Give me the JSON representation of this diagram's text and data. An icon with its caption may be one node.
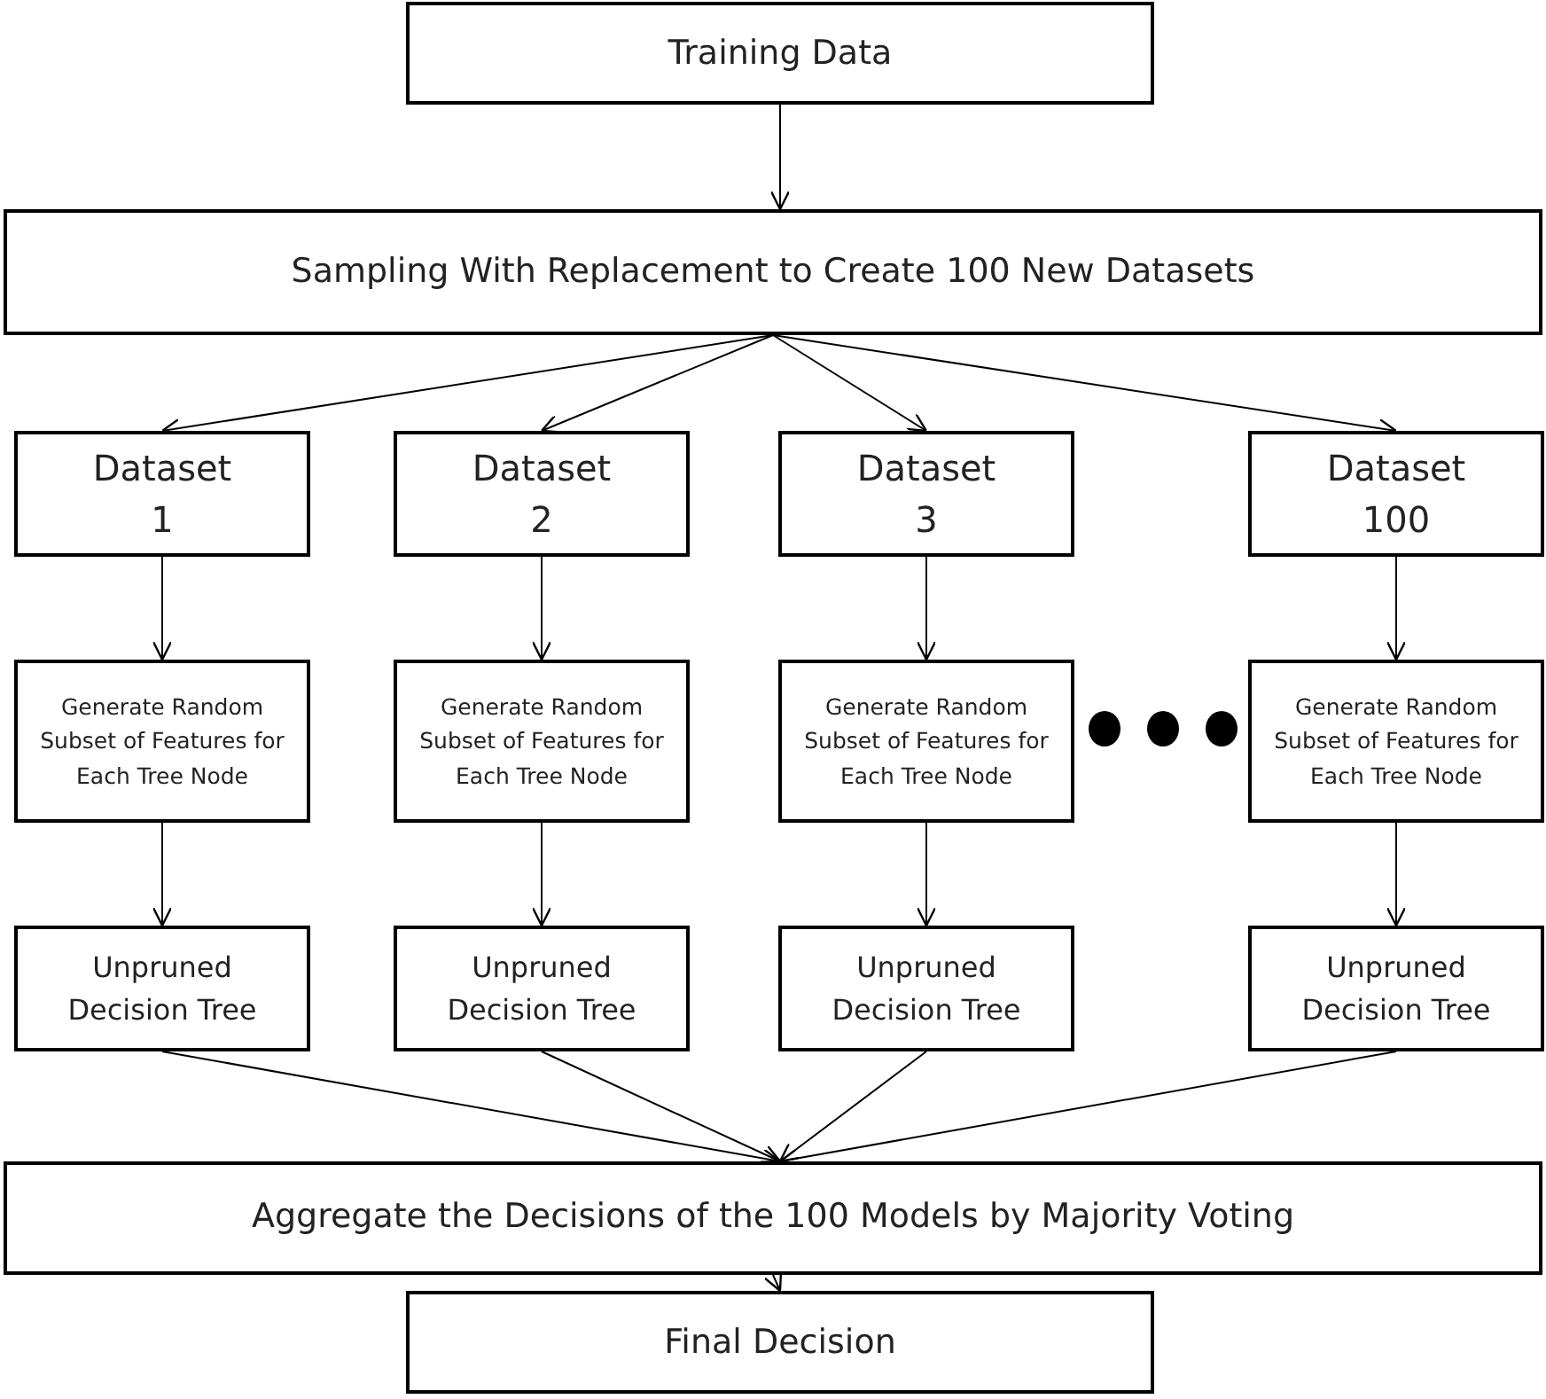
{
  "diagram": {
    "nodes": [
      {
        "text": [
          "Training Data"
        ]
      },
      {
        "text": [
          "Sampling With Replacement to Create 100 New Datasets"
        ]
      },
      {
        "text": [
          "Dataset 1"
        ]
      },
      {
        "text": [
          "Dataset 2"
        ]
      },
      {
        "text": [
          "Dataset 3"
        ]
      },
      {
        "text": [
          "Dataset 100"
        ]
      },
      {
        "text": [
          "Generate Random Subset of Features for Each Tree Node"
        ]
      },
      {
        "text": [
          "Generate Random Subset of Features for Each Tree Node"
        ]
      },
      {
        "text": [
          "Generate Random Subset of Features for Each Tree Node"
        ]
      },
      {
        "text": [
          "Generate Random Subset of Features for Each Tree Node"
        ]
      },
      {
        "text": [
          "Unpruned Decision Tree"
        ]
      },
      {
        "text": [
          "Unpruned Decision Tree"
        ]
      },
      {
        "text": [
          "Unpruned Decision Tree"
        ]
      },
      {
        "text": [
          "Unpruned Decision Tree"
        ]
      },
      {
        "text": [
          "Aggregate the Decisions of the 100 Models by Majority Voting"
        ]
      },
      {
        "text": [
          "Final Decision"
        ]
      }
    ],
    "edges": [
      {
        "from": 0,
        "to": 1,
        "arrow": "to"
      },
      {
        "from": 1,
        "to": 2,
        "arrow": "to"
      },
      {
        "from": 1,
        "to": 3,
        "arrow": "to"
      },
      {
        "from": 1,
        "to": 4,
        "arrow": "to"
      },
      {
        "from": 1,
        "to": 5,
        "arrow": "to"
      },
      {
        "from": 2,
        "to": 6,
        "arrow": "to"
      },
      {
        "from": 3,
        "to": 7,
        "arrow": "to"
      },
      {
        "from": 4,
        "to": 8,
        "arrow": "to"
      },
      {
        "from": 5,
        "to": 9,
        "arrow": "to"
      },
      {
        "from": 6,
        "to": 10,
        "arrow": "to"
      },
      {
        "from": 7,
        "to": 11,
        "arrow": "to"
      },
      {
        "from": 8,
        "to": 12,
        "arrow": "to"
      },
      {
        "from": 9,
        "to": 13,
        "arrow": "to"
      },
      {
        "from": 10,
        "to": 14,
        "arrow": "to"
      },
      {
        "from": 11,
        "to": 14,
        "arrow": "to"
      },
      {
        "from": 12,
        "to": 14,
        "arrow": "to"
      },
      {
        "from": 13,
        "to": 14,
        "arrow": "to"
      },
      {
        "from": 14,
        "to": 15,
        "arrow": "to"
      }
    ]
  }
}
